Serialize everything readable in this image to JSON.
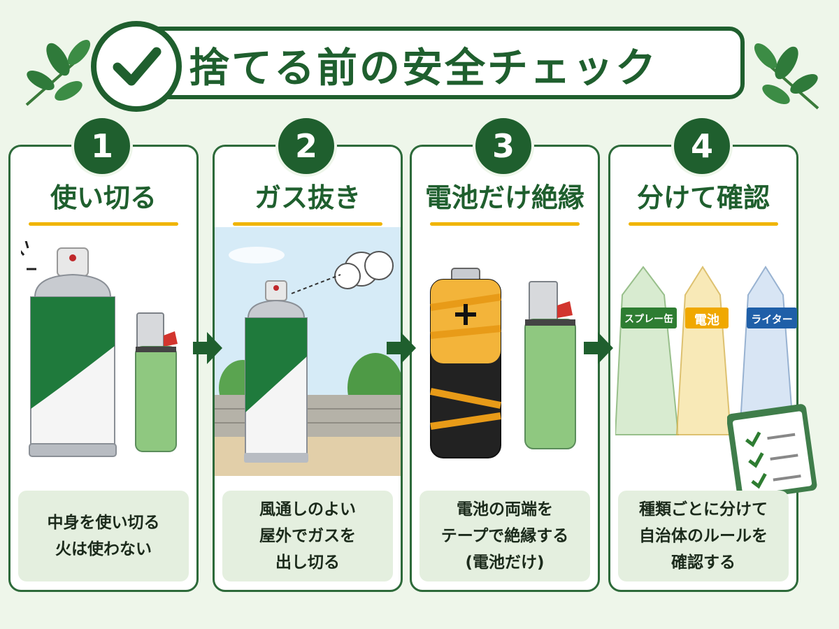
{
  "title": "捨てる前の安全チェック",
  "steps": [
    {
      "number": "1",
      "title": "使い切る",
      "desc": [
        "中身を使い切る",
        "火は使わない"
      ]
    },
    {
      "number": "2",
      "title": "ガス抜き",
      "desc": [
        "風通しのよい",
        "屋外でガスを",
        "出し切る"
      ]
    },
    {
      "number": "3",
      "title": "電池だけ絶縁",
      "desc": [
        "電池の両端を",
        "テープで絶縁する",
        "(電池だけ)"
      ]
    },
    {
      "number": "4",
      "title": "分けて確認",
      "desc": [
        "種類ごとに分けて",
        "自治体のルールを",
        "確認する"
      ]
    }
  ],
  "bags": {
    "spray": "スプレー缶",
    "battery": "電池",
    "lighter": "ライター"
  },
  "colors": {
    "primary": "#1f5f2e",
    "accent": "#f0b400",
    "panel": "#e4efdf"
  },
  "icons": [
    "check-icon",
    "leaf-icon",
    "arrow-right-icon",
    "spray-can-icon",
    "lighter-icon",
    "battery-icon",
    "clipboard-checklist-icon",
    "plus-icon"
  ]
}
